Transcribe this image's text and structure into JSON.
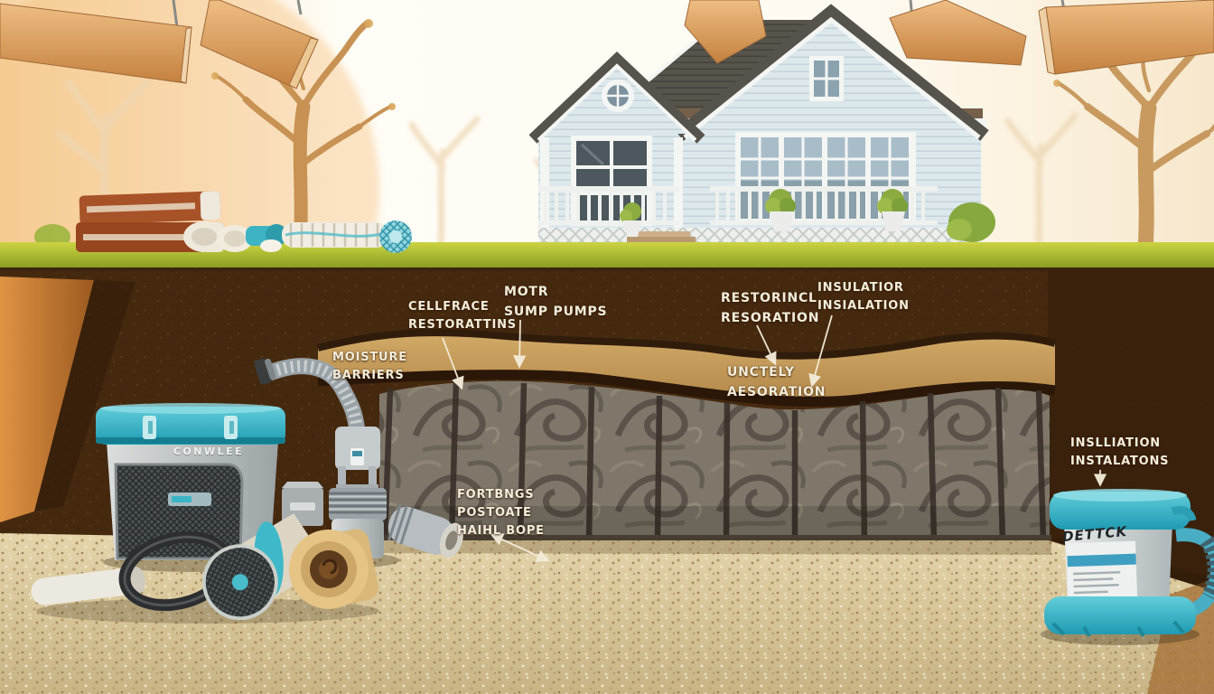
{
  "illustration": {
    "scene": "basement waterproofing cutaway with house above ground",
    "callouts": [
      {
        "id": "moisture-barriers",
        "text": "MOISTURE\nBARRIERS"
      },
      {
        "id": "cellar-restorations",
        "text": "CELLFRACE\nRESTORATTINS"
      },
      {
        "id": "motor-sump-pumps",
        "text": "MOTR\nSUMP PUMPS"
      },
      {
        "id": "restoration",
        "text": "RESTORINCL\nRESORATION"
      },
      {
        "id": "insulation-installation",
        "text": "INSULATIOR\nINSIALATION"
      },
      {
        "id": "unctely-aesoration",
        "text": "UNCTELY\nAESORATION"
      },
      {
        "id": "insulation-installations",
        "text": "INSLLIATION\nINSTALATONS"
      },
      {
        "id": "footings-post-rail",
        "text": "FORTBNGS\nPOSTOATE\nHAIHL BOPE"
      }
    ],
    "equipment": {
      "dehumidifier_brand": "CONWLEE",
      "sump_jug_brand": "DETTCK"
    },
    "colors": {
      "accent_teal": "#3ab5c6",
      "house_blue": "#dde8ec",
      "roof_gray": "#55534b",
      "beam_wood": "#d09a62",
      "grass_green": "#9fb22a",
      "soil_brown": "#45290f",
      "wall_gray": "#8a8273",
      "floor_sand": "#d8c79c",
      "label_white": "#f4edda"
    }
  }
}
